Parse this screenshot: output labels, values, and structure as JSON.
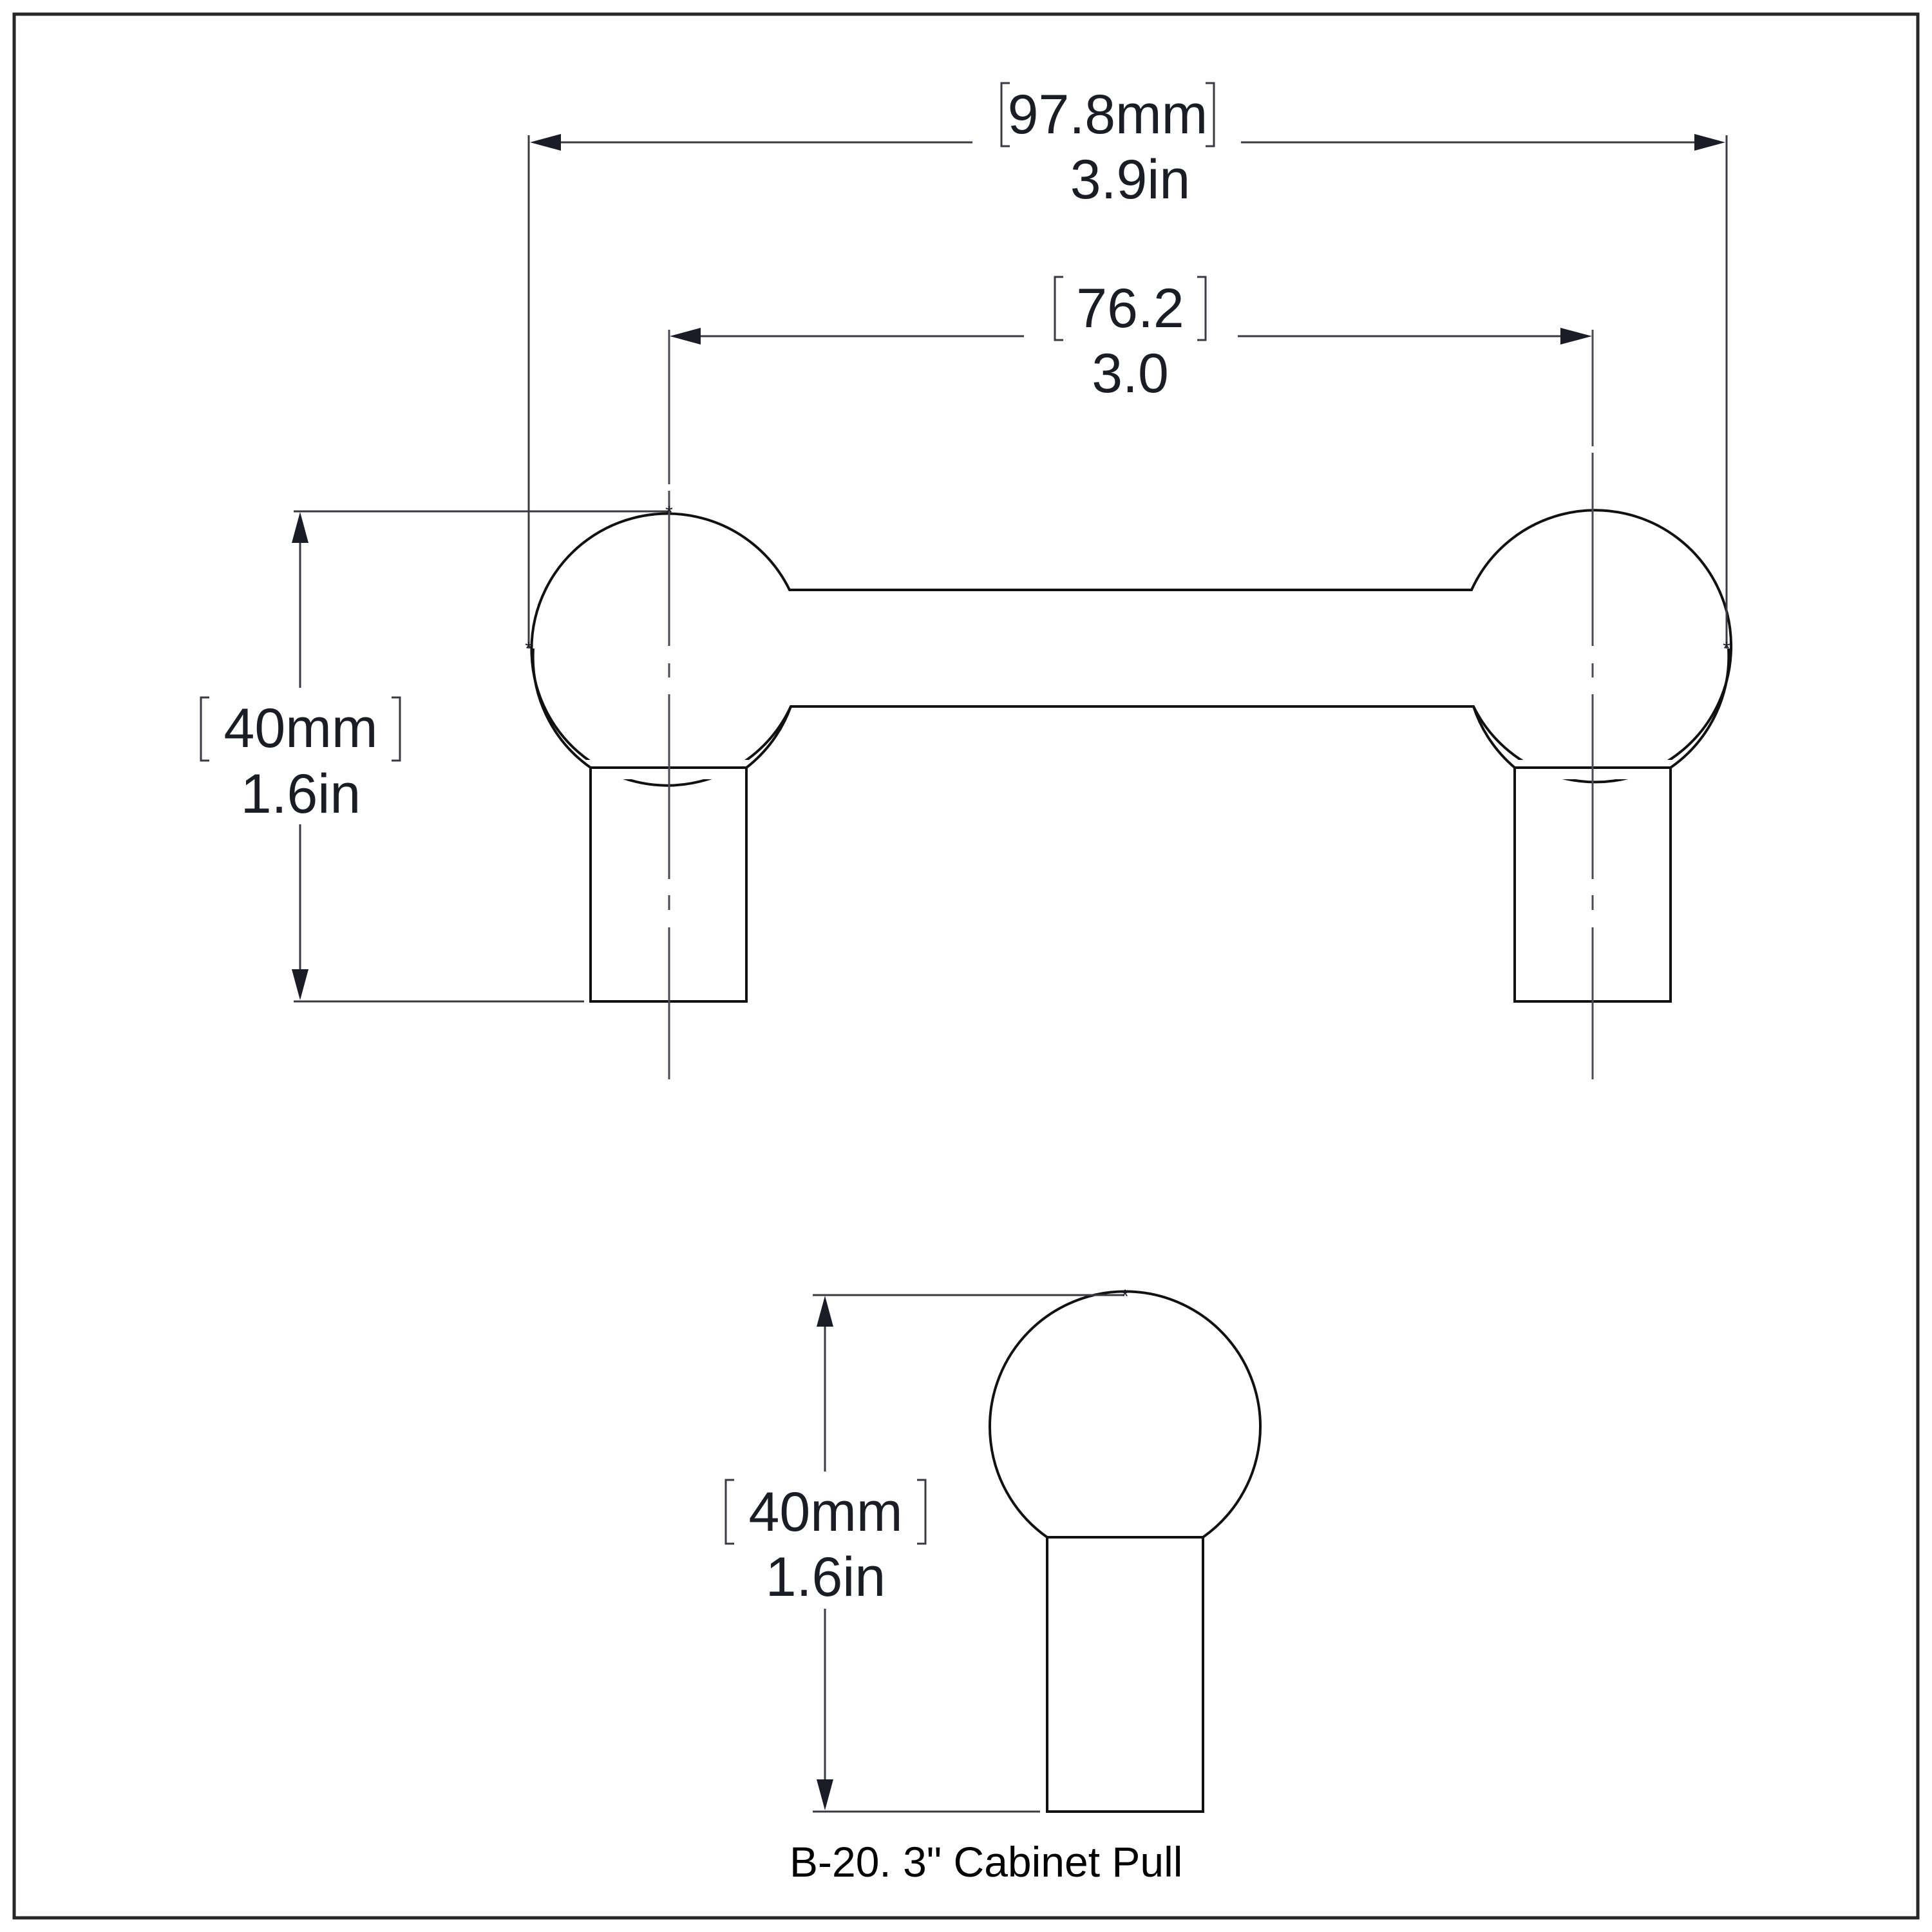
{
  "drawing": {
    "title": "B-20. 3\" Cabinet Pull",
    "line_color": "#111111",
    "text_color": "#1c1c24"
  },
  "front_view": {
    "overall_length": {
      "metric": "97.8mm",
      "imperial": "3.9in"
    },
    "center_to_center": {
      "metric": "76.2",
      "imperial": "3.0"
    },
    "height": {
      "metric": "40mm",
      "imperial": "1.6in"
    }
  },
  "side_view": {
    "height": {
      "metric": "40mm",
      "imperial": "1.6in"
    }
  }
}
